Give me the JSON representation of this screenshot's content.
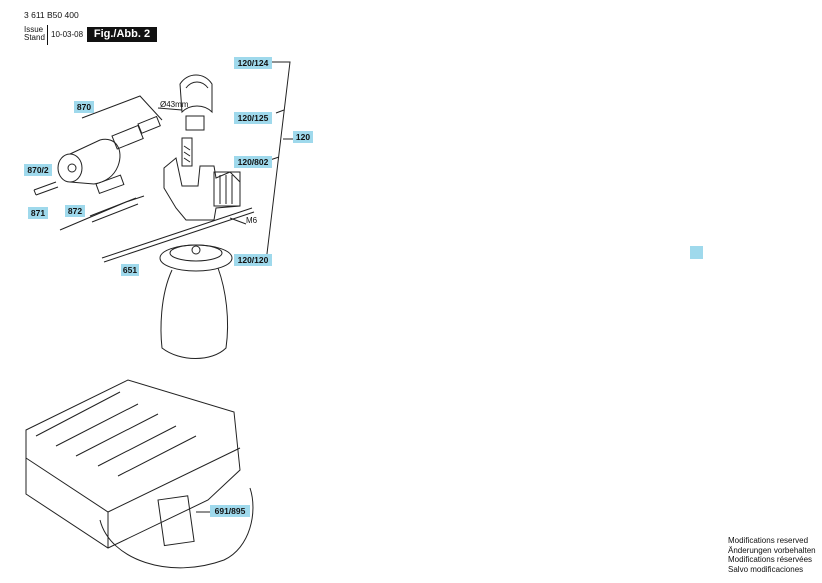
{
  "header": {
    "part_number": "3 611 B50 400",
    "issue_label_1": "Issue",
    "issue_label_2": "Stand",
    "issue_date": "10-03-08",
    "figure": "Fig./Abb. 2"
  },
  "labels": {
    "l_120_124": "120/124",
    "l_870": "870",
    "l_120_125": "120/125",
    "l_120": "120",
    "l_120_802": "120/802",
    "l_870_2": "870/2",
    "l_871": "871",
    "l_872": "872",
    "l_120_120": "120/120",
    "l_651": "651",
    "l_691_895": "691/895"
  },
  "notes": {
    "diameter": "Ø43mm",
    "thread": "M6"
  },
  "footer": {
    "line1": "Modifications reserved",
    "line2": "Änderungen vorbehalten",
    "line3": "Modifications réservées",
    "line4": "Salvo modificaciones"
  },
  "colors": {
    "label_bg": "#9fd9ec",
    "header_box": "#111111"
  }
}
